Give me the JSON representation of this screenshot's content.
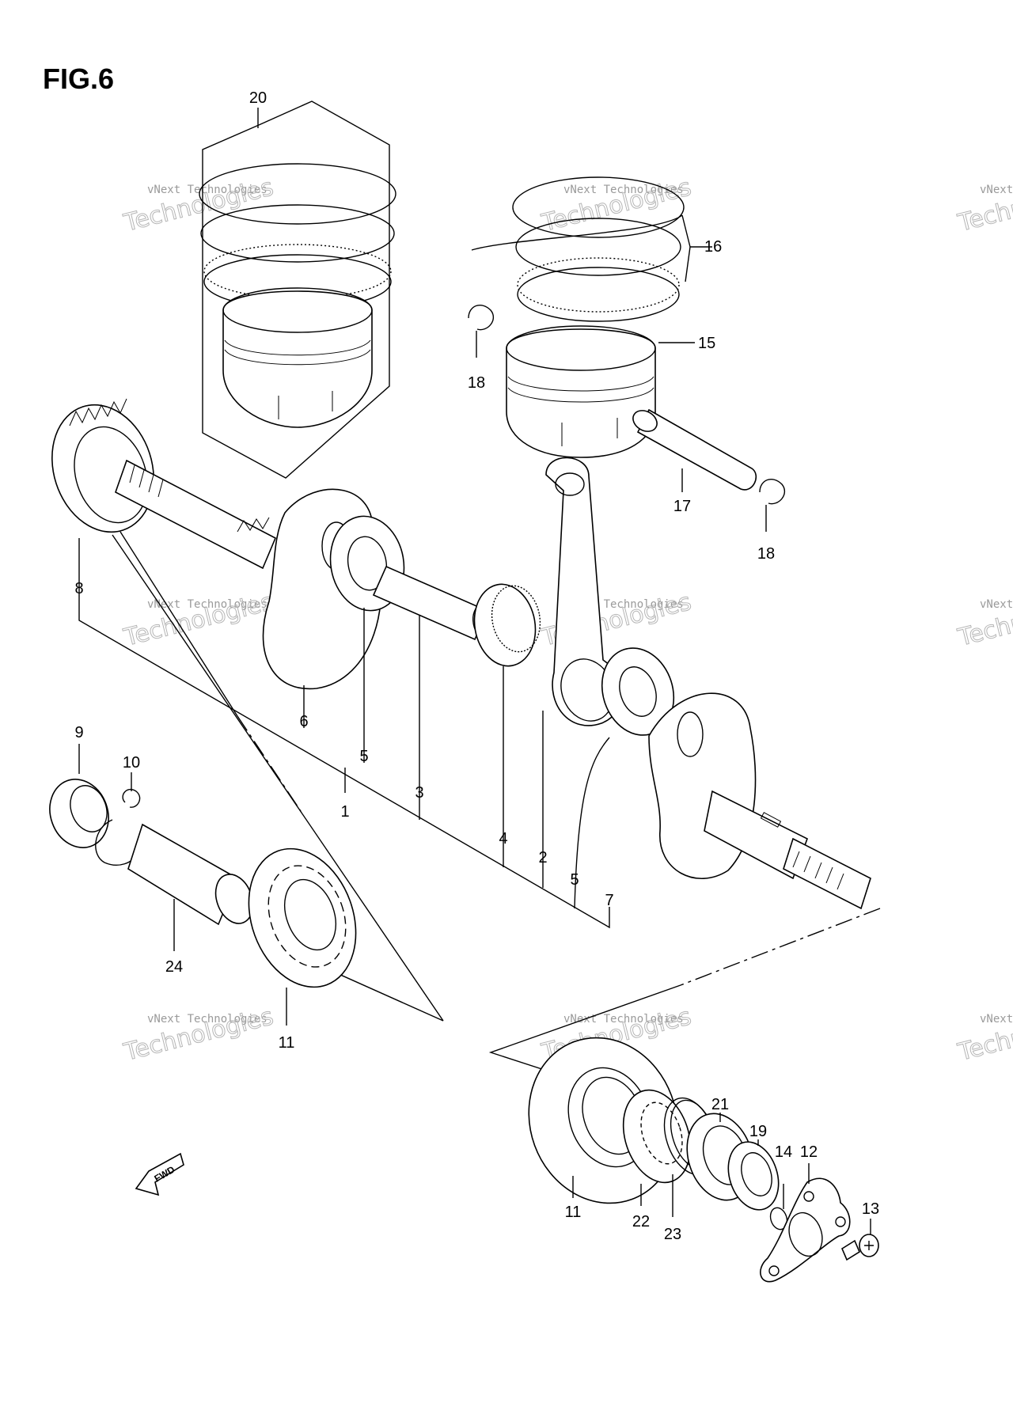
{
  "figure": {
    "title": "FIG.6"
  },
  "watermark": {
    "small_text": "vNext Technologies",
    "big_text": "Technologies"
  },
  "direction_marker": {
    "label": "FWD",
    "icon": "arrow-left-down-icon"
  },
  "parts": [
    {
      "id": "p1",
      "number": "1"
    },
    {
      "id": "p2",
      "number": "2"
    },
    {
      "id": "p3",
      "number": "3"
    },
    {
      "id": "p4",
      "number": "4"
    },
    {
      "id": "p5a",
      "number": "5"
    },
    {
      "id": "p5b",
      "number": "5"
    },
    {
      "id": "p6",
      "number": "6"
    },
    {
      "id": "p7",
      "number": "7"
    },
    {
      "id": "p8",
      "number": "8"
    },
    {
      "id": "p9",
      "number": "9"
    },
    {
      "id": "p10",
      "number": "10"
    },
    {
      "id": "p11a",
      "number": "11"
    },
    {
      "id": "p11b",
      "number": "11"
    },
    {
      "id": "p12",
      "number": "12"
    },
    {
      "id": "p13",
      "number": "13"
    },
    {
      "id": "p14",
      "number": "14"
    },
    {
      "id": "p15",
      "number": "15"
    },
    {
      "id": "p16",
      "number": "16"
    },
    {
      "id": "p17",
      "number": "17"
    },
    {
      "id": "p18a",
      "number": "18"
    },
    {
      "id": "p18b",
      "number": "18"
    },
    {
      "id": "p19",
      "number": "19"
    },
    {
      "id": "p20",
      "number": "20"
    },
    {
      "id": "p21",
      "number": "21"
    },
    {
      "id": "p22",
      "number": "22"
    },
    {
      "id": "p23",
      "number": "23"
    },
    {
      "id": "p24",
      "number": "24"
    }
  ]
}
